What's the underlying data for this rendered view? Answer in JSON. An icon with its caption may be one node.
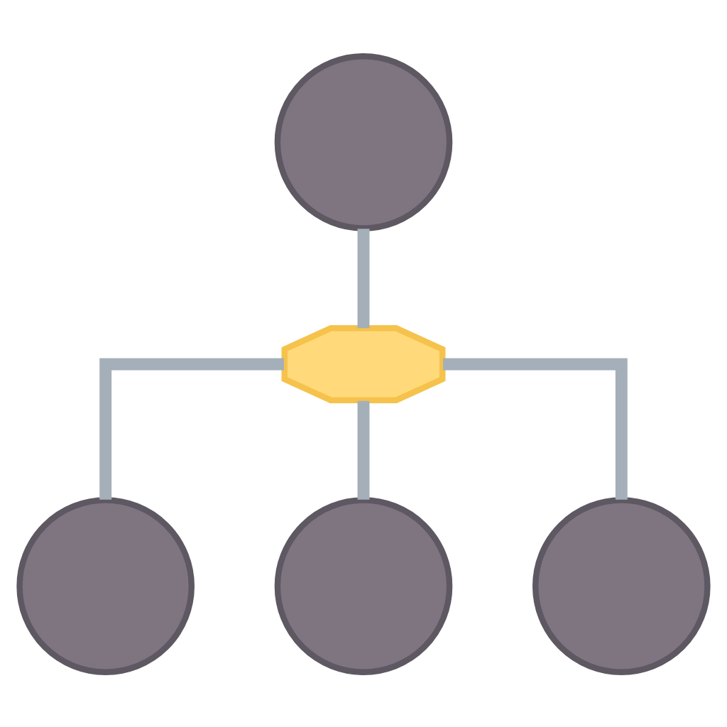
{
  "diagram": {
    "nodes": [
      {
        "text": [],
        "shape": "person"
      },
      {
        "text": [],
        "shape": "gear"
      },
      {
        "text": [],
        "shape": "person"
      },
      {
        "text": [],
        "shape": "person"
      },
      {
        "text": [],
        "shape": "person"
      }
    ],
    "edges": [
      {
        "from": 0,
        "to": 1,
        "arrow": "none"
      },
      {
        "from": 1,
        "to": 2,
        "arrow": "none"
      },
      {
        "from": 1,
        "to": 3,
        "arrow": "none"
      },
      {
        "from": 1,
        "to": 4,
        "arrow": "none"
      }
    ]
  }
}
